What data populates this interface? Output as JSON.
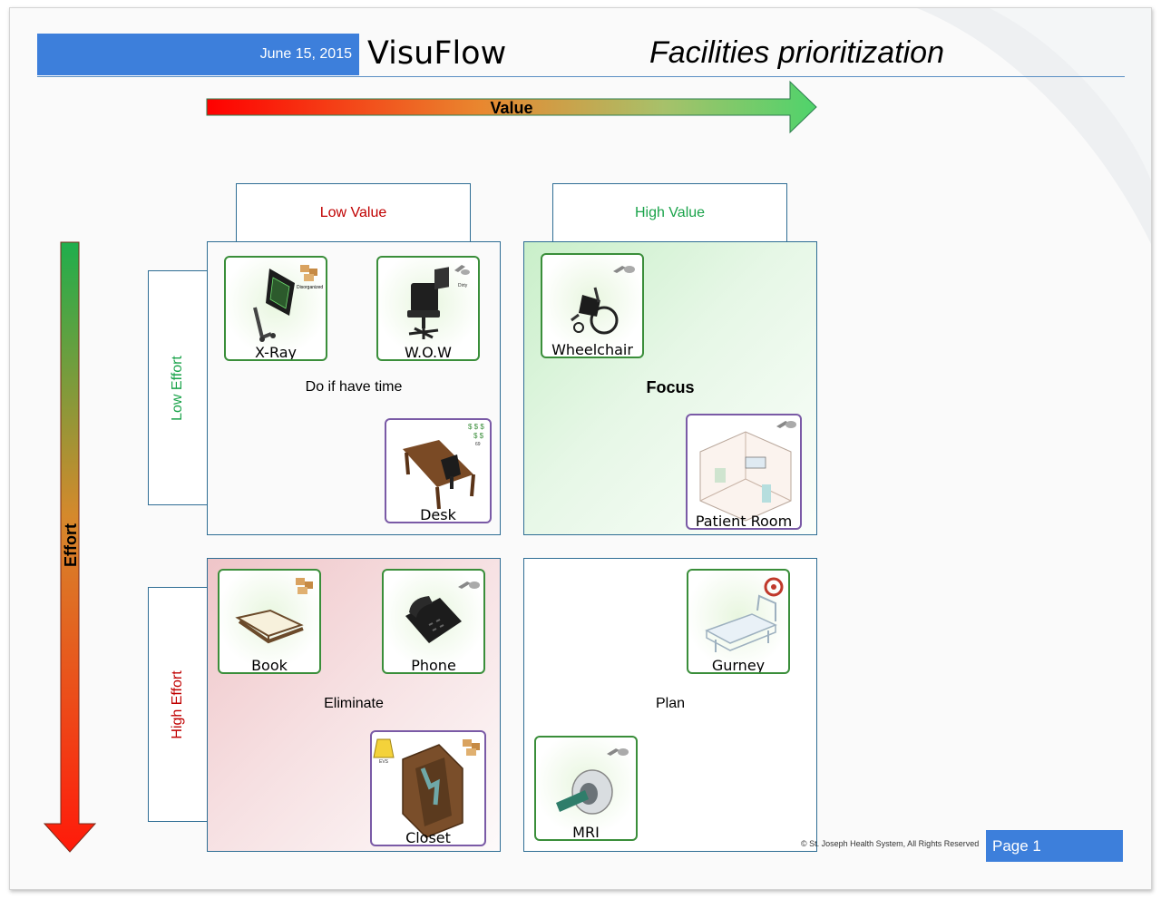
{
  "header": {
    "date": "June 15, 2015",
    "app_title": "VisuFlow",
    "doc_title": "Facilities prioritization"
  },
  "axes": {
    "value_label": "Value",
    "effort_label": "Effort"
  },
  "columns": {
    "low_value": "Low Value",
    "high_value": "High Value"
  },
  "rows": {
    "low_effort": "Low Effort",
    "high_effort": "High Effort"
  },
  "quadrants": {
    "top_left": "Do if have time",
    "top_right": "Focus",
    "bottom_left": "Eliminate",
    "bottom_right": "Plan"
  },
  "cards": {
    "xray": {
      "label": "X-Ray",
      "tag": "Disorganized"
    },
    "wow": {
      "label": "W.O.W",
      "tag": "Dirty"
    },
    "desk": {
      "label": "Desk",
      "tag": "69"
    },
    "wheelchair": {
      "label": "Wheelchair"
    },
    "patient_room": {
      "label": "Patient Room"
    },
    "book": {
      "label": "Book"
    },
    "phone": {
      "label": "Phone"
    },
    "closet": {
      "label": "Closet",
      "tag": "EVS"
    },
    "gurney": {
      "label": "Gurney"
    },
    "mri": {
      "label": "MRI"
    }
  },
  "footer": {
    "copyright": "© St. Joseph Health System, All Rights Reserved",
    "page": "Page 1"
  },
  "colors": {
    "accent_blue": "#3d7fdb",
    "border_teal": "#2e6d94",
    "low_value_text": "#c00000",
    "high_value_text": "#1aa34a",
    "card_green": "#3a8e3a",
    "card_purple": "#7a5aa6"
  }
}
